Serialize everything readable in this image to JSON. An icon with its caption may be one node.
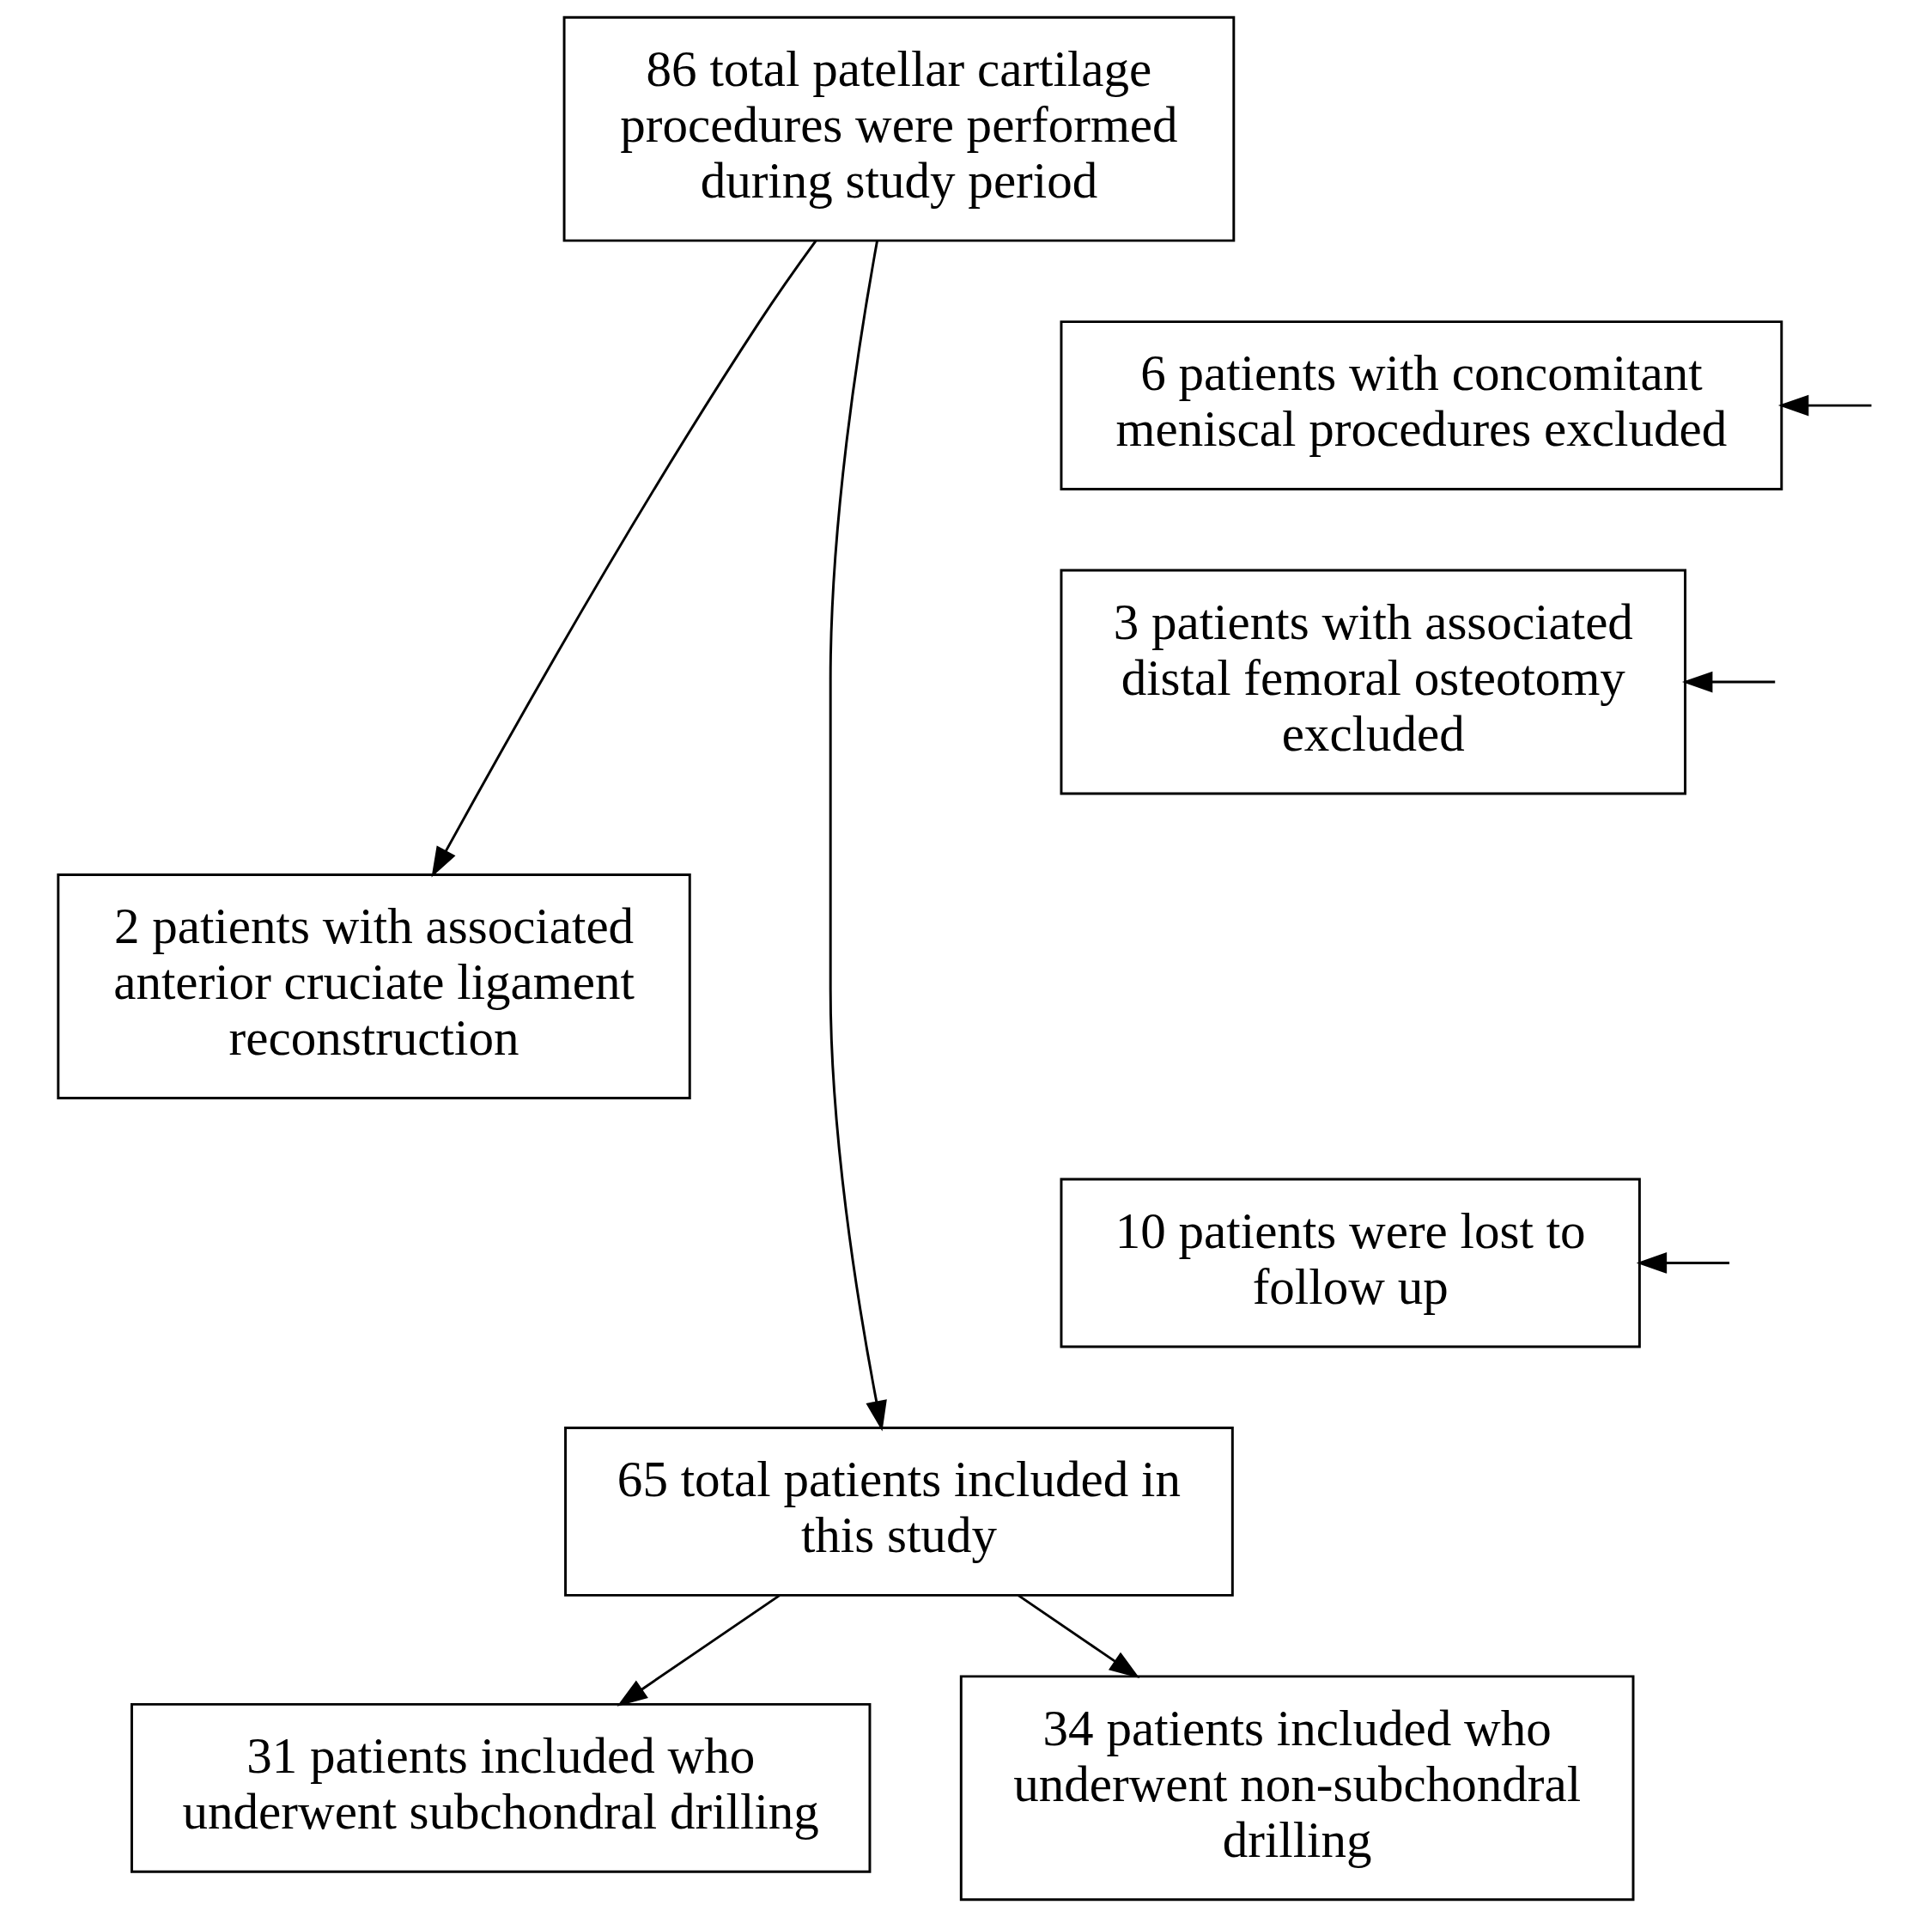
{
  "diagram": {
    "nodes": [
      {
        "text": [
          "86 total patellar cartilage procedures were performed during study period"
        ]
      },
      {
        "text": [
          "6 patients with concomitant meniscal procedures excluded"
        ]
      },
      {
        "text": [
          "3 patients with associated distal femoral osteotomy excluded"
        ]
      },
      {
        "text": [
          "2 patients with associated anterior cruciate ligament reconstruction"
        ]
      },
      {
        "text": [
          "10 patients were lost to follow up"
        ]
      },
      {
        "text": [
          "65 total patients included in this study"
        ]
      },
      {
        "text": [
          "31 patients included who underwent subchondral drilling"
        ]
      },
      {
        "text": [
          "34 patients included who underwent non-subchondral drilling"
        ]
      }
    ],
    "edges": [
      {
        "from": 0,
        "to": 5,
        "arrow": "to"
      },
      {
        "from": null,
        "to": 1,
        "arrow": "to"
      },
      {
        "from": null,
        "to": 2,
        "arrow": "to"
      },
      {
        "from": 0,
        "to": 3,
        "arrow": "to"
      },
      {
        "from": null,
        "to": 4,
        "arrow": "to"
      },
      {
        "from": 5,
        "to": 6,
        "arrow": "to"
      },
      {
        "from": 5,
        "to": 7,
        "arrow": "to"
      }
    ]
  }
}
